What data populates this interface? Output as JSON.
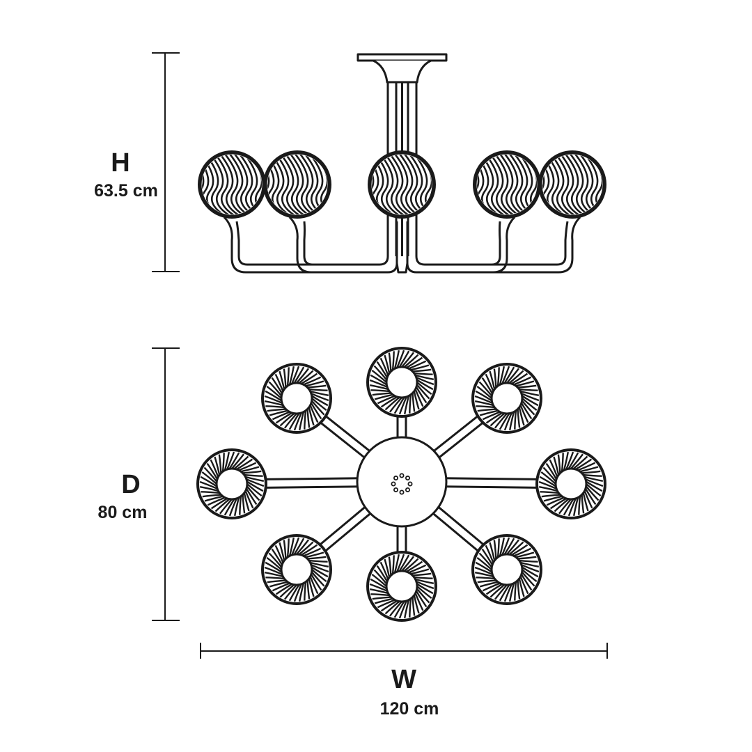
{
  "dimensions": {
    "height": {
      "letter": "H",
      "value": "63.5 cm"
    },
    "depth": {
      "letter": "D",
      "value": "80 cm"
    },
    "width": {
      "letter": "W",
      "value": "120 cm"
    }
  },
  "product": {
    "side_view_globes": 5,
    "top_view_globes": 8,
    "line_color": "#1a1a1a"
  }
}
